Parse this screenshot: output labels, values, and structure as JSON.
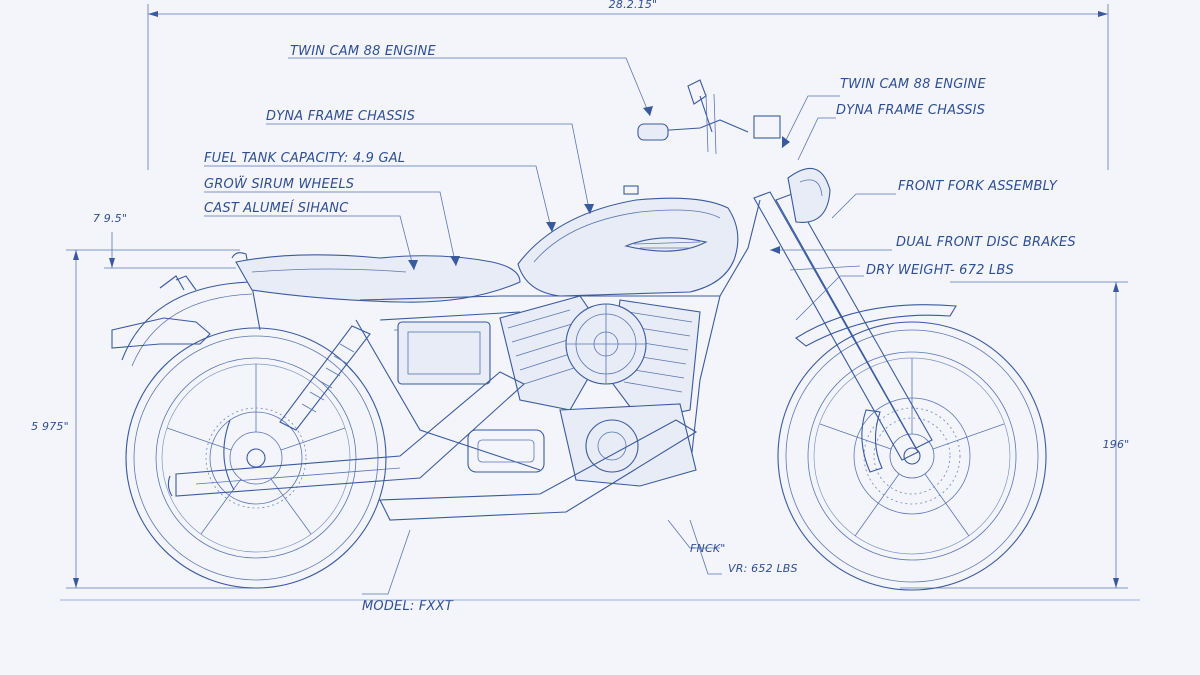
{
  "top_dimension": "28.2.15\"",
  "left_height": "5 975\"",
  "right_height": "196\"",
  "seat_height": "7 9.5\"",
  "callouts": {
    "engine_a": "TWIN CAM 88 ENGINE",
    "frame_a": "DYNA FRAME CHASSIS",
    "fuel": "FUEL TANK CAPACITY: 4.9 GAL",
    "wheels": "GROẄ SIRUM WHEELS",
    "cast": "CAST ALUMEÍ SIHANC",
    "engine_b": "TWIN CAM 88 ENGINE",
    "frame_b": "DYNA FRAME CHASSIS",
    "fork": "FRONT FORK ASSEMBLY",
    "brakes": "DUAL FRONT DISC BRAKES",
    "weight": "DRY WEIGHT- 672 LBS",
    "model": "MODEL: FXXT",
    "track": "FNCK\"",
    "weight_b": "VR: 652 LBS"
  },
  "colors": {
    "paper": "#f3f5fa",
    "ink": "#3a5aa0",
    "text": "#2f4f93"
  }
}
